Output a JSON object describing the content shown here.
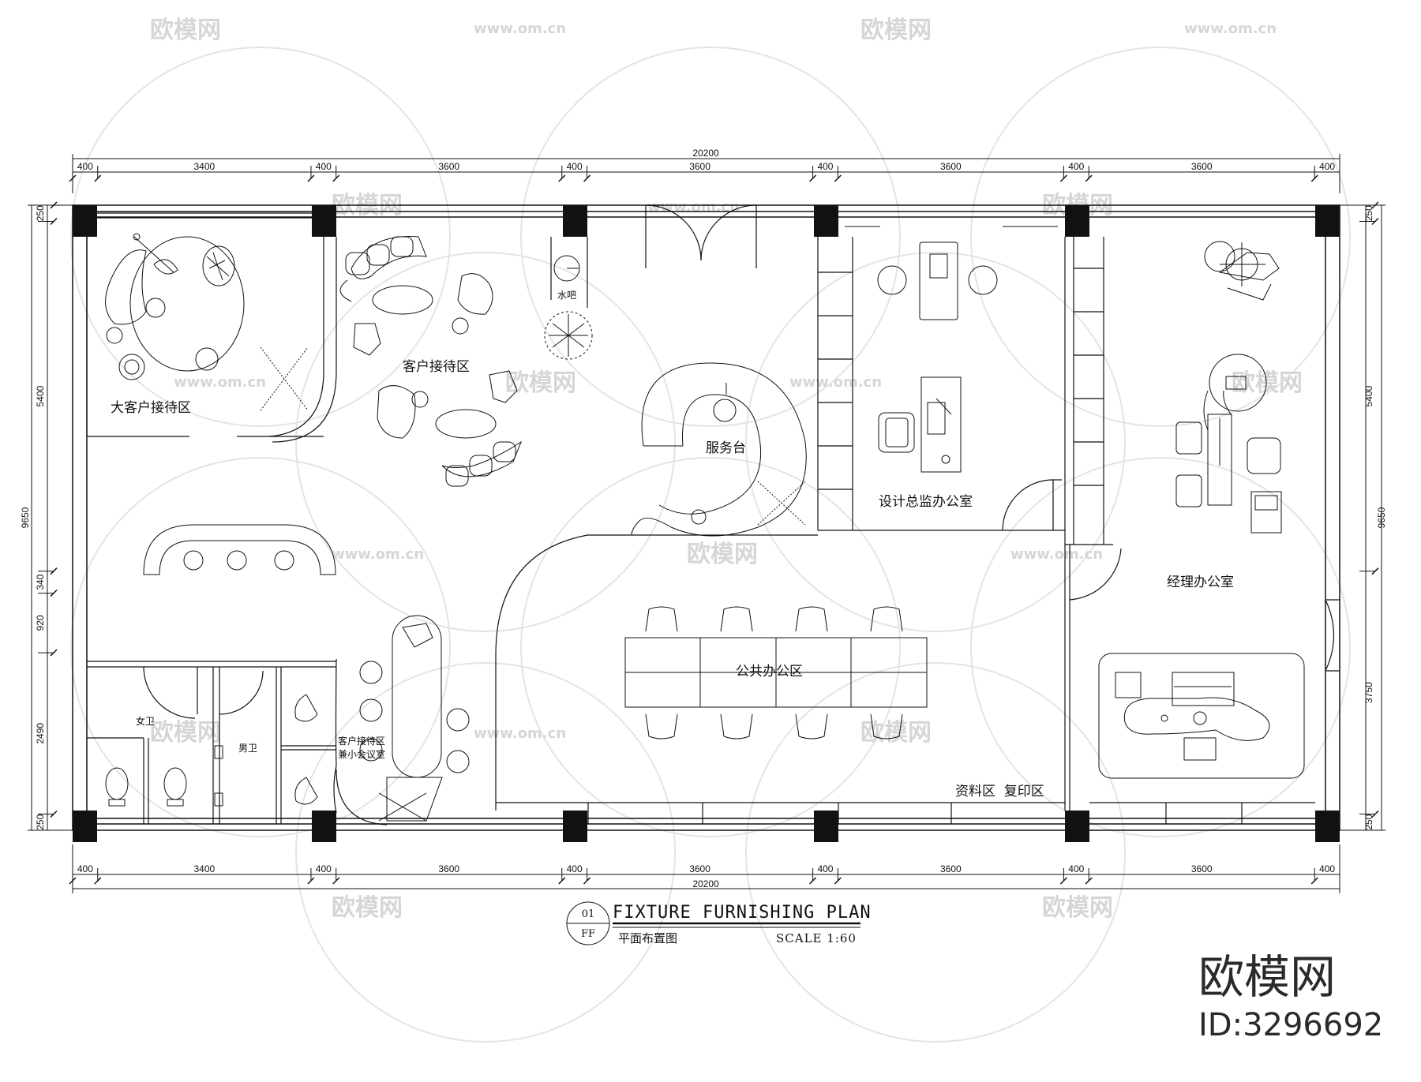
{
  "drawing": {
    "title": "FIXTURE FURNISHING PLAN",
    "subtitle": "平面布置图",
    "scale": "SCALE 1:60",
    "badge_top": "01",
    "badge_bottom": "FF"
  },
  "dimensions": {
    "overall_width": "20200",
    "column_segments": [
      "400",
      "3400",
      "400",
      "3600",
      "400",
      "3600",
      "400",
      "3600",
      "400",
      "3600",
      "400"
    ],
    "overall_height": "9650",
    "left_segments": [
      "250",
      "5400",
      "340",
      "920",
      "2490",
      "250"
    ],
    "right_segments": [
      "250",
      "5400",
      "3750",
      "250"
    ]
  },
  "rooms": {
    "vip_reception": "大客户接待区",
    "client_reception": "客户接待区",
    "water_bar": "水吧",
    "service_desk": "服务台",
    "design_director_office": "设计总监办公室",
    "manager_office": "经理办公室",
    "public_office": "公共办公区",
    "archive_copy": "资料区  复印区",
    "women_wc": "女卫",
    "men_wc": "男卫",
    "meeting_line1": "客户接待区",
    "meeting_line2": "兼小会议室"
  },
  "watermark": {
    "brand": "欧模网",
    "id": "ID:3296692",
    "url": "www.om.cn"
  }
}
